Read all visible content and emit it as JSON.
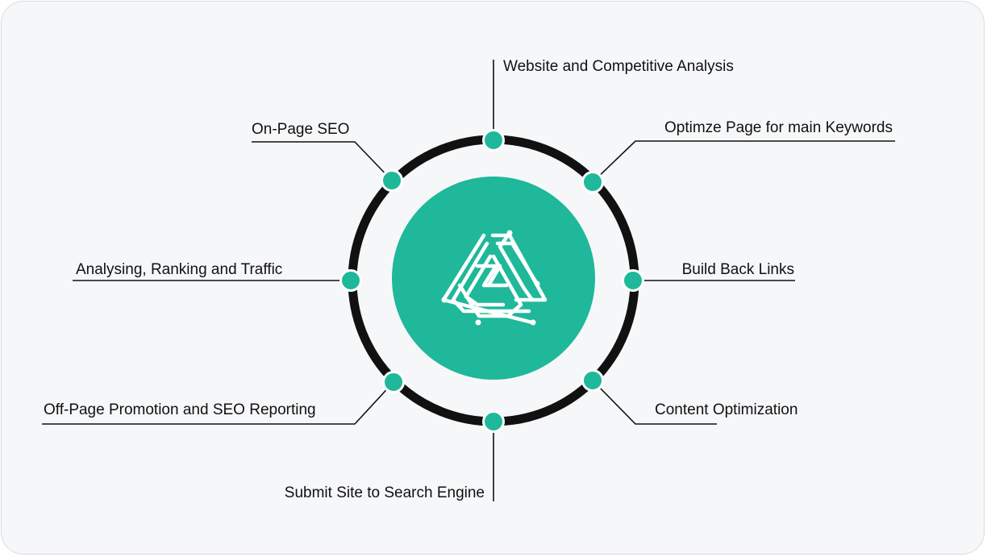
{
  "diagram": {
    "title": "",
    "colors": {
      "background": "#f6f7f9",
      "ring": "#111111",
      "accent": "#1fb89a",
      "connector": "#111111",
      "text": "#111111",
      "logo_stroke": "#ffffff"
    },
    "center": {
      "icon": "brain-circuit-triangle-icon"
    },
    "steps": [
      {
        "label": "Website and Competitive Analysis"
      },
      {
        "label": "Optimze Page for main Keywords"
      },
      {
        "label": "Build Back Links"
      },
      {
        "label": "Content Optimization"
      },
      {
        "label": "Submit Site to Search Engine"
      },
      {
        "label": "Off-Page Promotion and SEO Reporting"
      },
      {
        "label": "Analysing, Ranking and Traffic"
      },
      {
        "label": "On-Page SEO"
      }
    ]
  }
}
